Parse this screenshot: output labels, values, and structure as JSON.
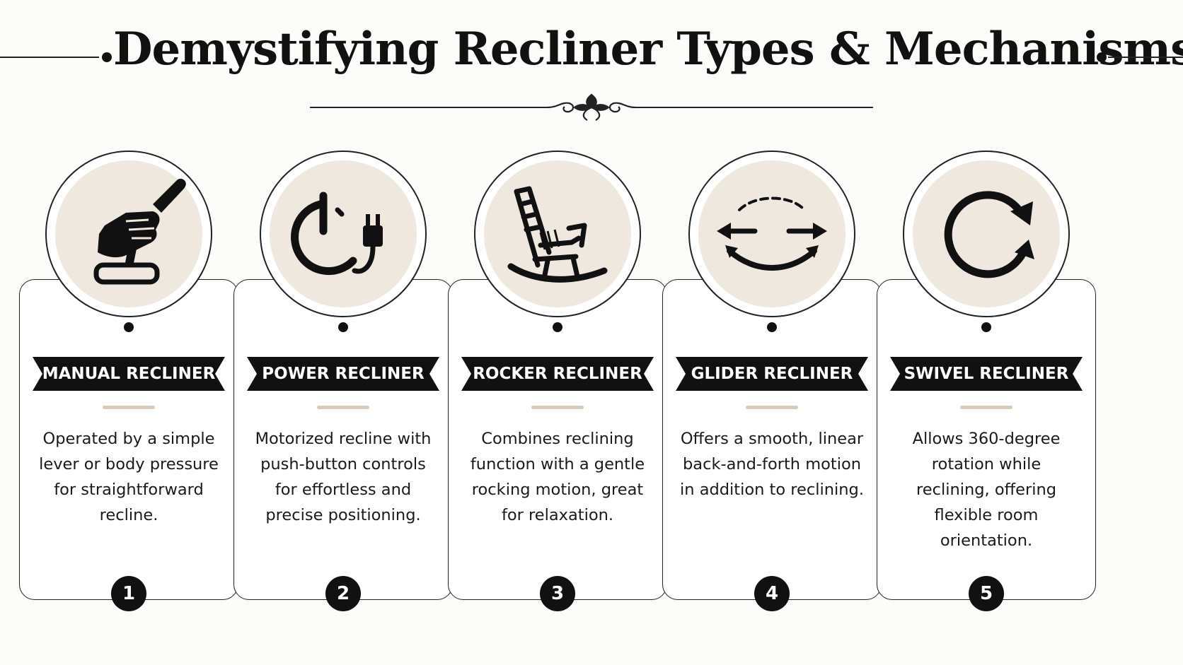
{
  "title": "Demystifying Recliner Types & Mechanisms",
  "colors": {
    "ink": "#111111",
    "circle_fill": "#efe8df",
    "separator": "#d9cbbb",
    "background": "#fcfcfb"
  },
  "cards": [
    {
      "number": "1",
      "label": "MANUAL RECLINER",
      "icon": "hand-lever-icon",
      "description": "Operated by a simple lever or body pressure for straightforward recline."
    },
    {
      "number": "2",
      "label": "POWER RECLINER",
      "icon": "power-plug-icon",
      "description": "Motorized recline with push-button controls for effortless and precise positioning."
    },
    {
      "number": "3",
      "label": "ROCKER RECLINER",
      "icon": "rocking-chair-icon",
      "description": "Combines reclining function with a gentle rocking motion, great for relaxation."
    },
    {
      "number": "4",
      "label": "GLIDER RECLINER",
      "icon": "glide-arrows-icon",
      "description": "Offers a smooth, linear back-and-forth motion in addition to reclining."
    },
    {
      "number": "5",
      "label": "SWIVEL RECLINER",
      "icon": "rotate-arrow-icon",
      "description": "Allows 360-degree rotation while reclining, offering flexible room orientation."
    }
  ]
}
